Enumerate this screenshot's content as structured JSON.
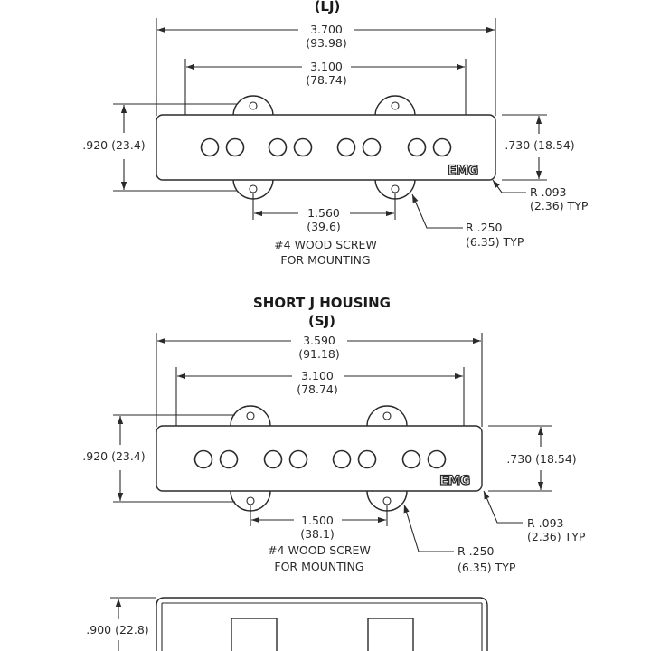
{
  "lj": {
    "title": "(LJ)",
    "overall_length": "3.700",
    "overall_length_mm": "(93.98)",
    "pole_span": "3.100",
    "pole_span_mm": "(78.74)",
    "overall_width": ".920 (23.4)",
    "body_width": ".730 (18.54)",
    "corner_radius": "R .093",
    "corner_radius_mm": "(2.36) TYP",
    "screw_spacing": "1.560",
    "screw_spacing_mm": "(39.6)",
    "screw_note_1": "#4 WOOD SCREW",
    "screw_note_2": "FOR MOUNTING",
    "ear_radius": "R .250",
    "ear_radius_mm": "(6.35) TYP",
    "logo": "EMG"
  },
  "sj": {
    "title_1": "SHORT J HOUSING",
    "title_2": "(SJ)",
    "overall_length": "3.590",
    "overall_length_mm": "(91.18)",
    "pole_span": "3.100",
    "pole_span_mm": "(78.74)",
    "overall_width": ".920 (23.4)",
    "body_width": ".730 (18.54)",
    "corner_radius": "R .093",
    "corner_radius_mm": "(2.36) TYP",
    "screw_spacing": "1.500",
    "screw_spacing_mm": "(38.1)",
    "screw_note_1": "#4 WOOD SCREW",
    "screw_note_2": "FOR MOUNTING",
    "ear_radius": "R .250",
    "ear_radius_mm": "(6.35) TYP",
    "logo": "EMG"
  },
  "third": {
    "height": ".900 (22.8)"
  }
}
